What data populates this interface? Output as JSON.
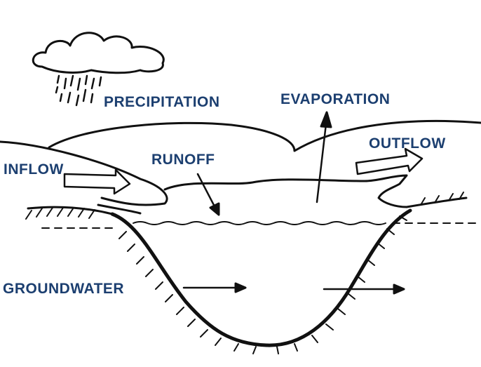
{
  "labels": {
    "precipitation": "PRECIPITATION",
    "evaporation": "EVAPORATION",
    "outflow": "OUTFLOW",
    "inflow": "INFLOW",
    "runoff": "RUNOFF",
    "groundwater": "GROUNDWATER"
  },
  "colors": {
    "label": "#1c3f70",
    "line": "#111111"
  }
}
